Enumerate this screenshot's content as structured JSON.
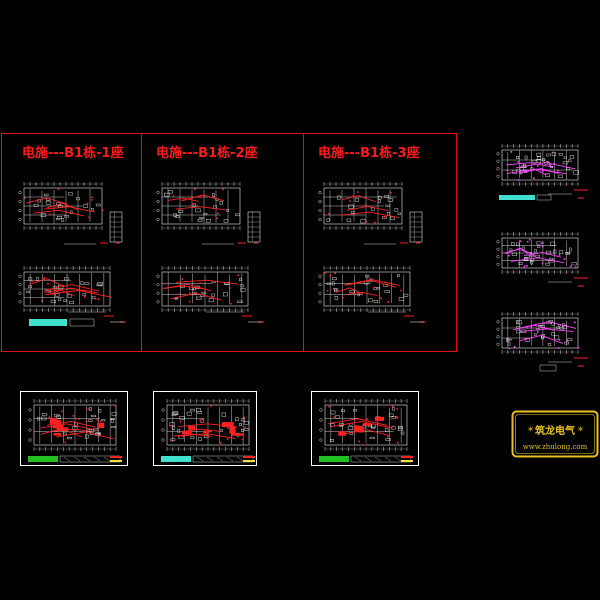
{
  "drawing": {
    "background": "#000000",
    "frame_color": "#e01010",
    "sheet_titles": [
      "电施---B1栋-1座",
      "电施---B1栋-2座",
      "电施---B1栋-3座"
    ]
  },
  "stamp": {
    "title": "筑龙电气",
    "url": "www.zhulong.com",
    "border_color": "#e8c020",
    "title_color": "#e8c020",
    "url_color": "#e8c020"
  },
  "colors": {
    "wall": "#c8c8c8",
    "dim": "#9a9a9a",
    "red": "#ff2020",
    "magenta": "#ff40ff",
    "cyan": "#40e0d0",
    "green": "#20c020",
    "white": "#ffffff",
    "yellow": "#f0e040"
  }
}
